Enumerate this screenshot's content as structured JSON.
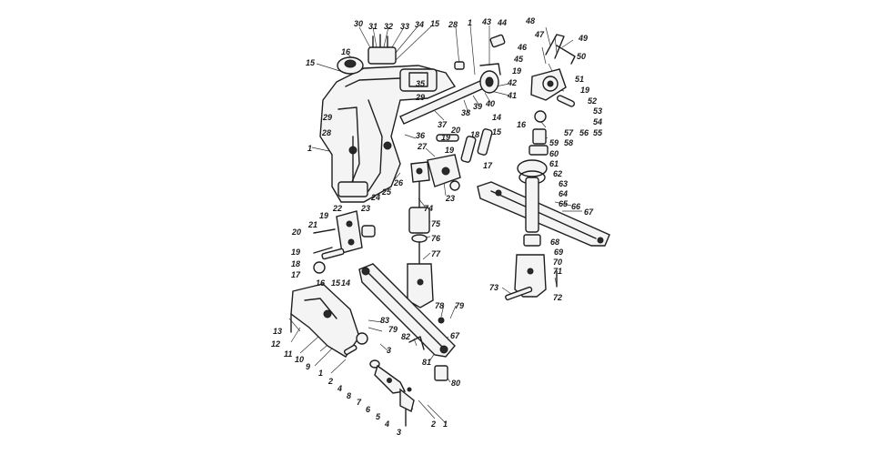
{
  "diagram": {
    "callouts": [
      {
        "id": "c30-top",
        "text": "30"
      },
      {
        "id": "c31-top",
        "text": "31"
      },
      {
        "id": "c32-top",
        "text": "32"
      },
      {
        "id": "c33-top",
        "text": "33"
      },
      {
        "id": "c34-top",
        "text": "34"
      },
      {
        "id": "c15-top",
        "text": "15"
      },
      {
        "id": "c28-top",
        "text": "28"
      },
      {
        "id": "c1-top",
        "text": "1"
      },
      {
        "id": "c43",
        "text": "43"
      },
      {
        "id": "c44",
        "text": "44"
      },
      {
        "id": "c48",
        "text": "48"
      },
      {
        "id": "c47",
        "text": "47"
      },
      {
        "id": "c49",
        "text": "49"
      },
      {
        "id": "c46",
        "text": "46"
      },
      {
        "id": "c50",
        "text": "50"
      },
      {
        "id": "c45",
        "text": "45"
      },
      {
        "id": "c51",
        "text": "51"
      },
      {
        "id": "c19-r",
        "text": "19"
      },
      {
        "id": "c19-r2",
        "text": "19"
      },
      {
        "id": "c52",
        "text": "52"
      },
      {
        "id": "c53",
        "text": "53"
      },
      {
        "id": "c54",
        "text": "54"
      },
      {
        "id": "c55",
        "text": "55"
      },
      {
        "id": "c56",
        "text": "56"
      },
      {
        "id": "c57",
        "text": "57"
      },
      {
        "id": "c58",
        "text": "58"
      },
      {
        "id": "c59",
        "text": "59"
      },
      {
        "id": "c60",
        "text": "60"
      },
      {
        "id": "c61",
        "text": "61"
      },
      {
        "id": "c62",
        "text": "62"
      },
      {
        "id": "c63",
        "text": "63"
      },
      {
        "id": "c64",
        "text": "64"
      },
      {
        "id": "c65",
        "text": "65"
      },
      {
        "id": "c66",
        "text": "66"
      },
      {
        "id": "c67-r",
        "text": "67"
      },
      {
        "id": "c68",
        "text": "68"
      },
      {
        "id": "c69",
        "text": "69"
      },
      {
        "id": "c70",
        "text": "70"
      },
      {
        "id": "c71",
        "text": "71"
      },
      {
        "id": "c72",
        "text": "72"
      },
      {
        "id": "c73",
        "text": "73"
      },
      {
        "id": "c16-top",
        "text": "16"
      },
      {
        "id": "c15-l",
        "text": "15"
      },
      {
        "id": "c35",
        "text": "35"
      },
      {
        "id": "c29-a",
        "text": "29"
      },
      {
        "id": "c42",
        "text": "42"
      },
      {
        "id": "c41",
        "text": "41"
      },
      {
        "id": "c40",
        "text": "40"
      },
      {
        "id": "c39",
        "text": "39"
      },
      {
        "id": "c38",
        "text": "38"
      },
      {
        "id": "c37",
        "text": "37"
      },
      {
        "id": "c29-l",
        "text": "29"
      },
      {
        "id": "c28-l",
        "text": "28"
      },
      {
        "id": "c1-l",
        "text": "1"
      },
      {
        "id": "c36",
        "text": "36"
      },
      {
        "id": "c20-m",
        "text": "20"
      },
      {
        "id": "c19-m",
        "text": "19"
      },
      {
        "id": "c19-m2",
        "text": "19"
      },
      {
        "id": "c14-m",
        "text": "14"
      },
      {
        "id": "c15-m",
        "text": "15"
      },
      {
        "id": "c16-m",
        "text": "16"
      },
      {
        "id": "c18-m",
        "text": "18"
      },
      {
        "id": "c17-m",
        "text": "17"
      },
      {
        "id": "c27",
        "text": "27"
      },
      {
        "id": "c23-m",
        "text": "23"
      },
      {
        "id": "c26",
        "text": "26"
      },
      {
        "id": "c25",
        "text": "25"
      },
      {
        "id": "c24",
        "text": "24"
      },
      {
        "id": "c74",
        "text": "74"
      },
      {
        "id": "c75",
        "text": "75"
      },
      {
        "id": "c76",
        "text": "76"
      },
      {
        "id": "c77",
        "text": "77"
      },
      {
        "id": "c22",
        "text": "22"
      },
      {
        "id": "c23-l",
        "text": "23"
      },
      {
        "id": "c19-l",
        "text": "19"
      },
      {
        "id": "c21",
        "text": "21"
      },
      {
        "id": "c20-l",
        "text": "20"
      },
      {
        "id": "c19-l2",
        "text": "19"
      },
      {
        "id": "c18-l",
        "text": "18"
      },
      {
        "id": "c17-l",
        "text": "17"
      },
      {
        "id": "c16-l",
        "text": "16"
      },
      {
        "id": "c15-l2",
        "text": "15"
      },
      {
        "id": "c14-l",
        "text": "14"
      },
      {
        "id": "c78",
        "text": "78"
      },
      {
        "id": "c79-m",
        "text": "79"
      },
      {
        "id": "c83",
        "text": "83"
      },
      {
        "id": "c79-b",
        "text": "79"
      },
      {
        "id": "c82",
        "text": "82"
      },
      {
        "id": "c67-b",
        "text": "67"
      },
      {
        "id": "c3-m",
        "text": "3"
      },
      {
        "id": "c81",
        "text": "81"
      },
      {
        "id": "c80",
        "text": "80"
      },
      {
        "id": "c13",
        "text": "13"
      },
      {
        "id": "c12",
        "text": "12"
      },
      {
        "id": "c11",
        "text": "11"
      },
      {
        "id": "c10",
        "text": "10"
      },
      {
        "id": "c9",
        "text": "9"
      },
      {
        "id": "c1-b",
        "text": "1"
      },
      {
        "id": "c2-b",
        "text": "2"
      },
      {
        "id": "c4-b",
        "text": "4"
      },
      {
        "id": "c8",
        "text": "8"
      },
      {
        "id": "c7",
        "text": "7"
      },
      {
        "id": "c6",
        "text": "6"
      },
      {
        "id": "c5",
        "text": "5"
      },
      {
        "id": "c4-b2",
        "text": "4"
      },
      {
        "id": "c3-b",
        "text": "3"
      },
      {
        "id": "c2-b2",
        "text": "2"
      },
      {
        "id": "c1-b2",
        "text": "1"
      }
    ]
  }
}
